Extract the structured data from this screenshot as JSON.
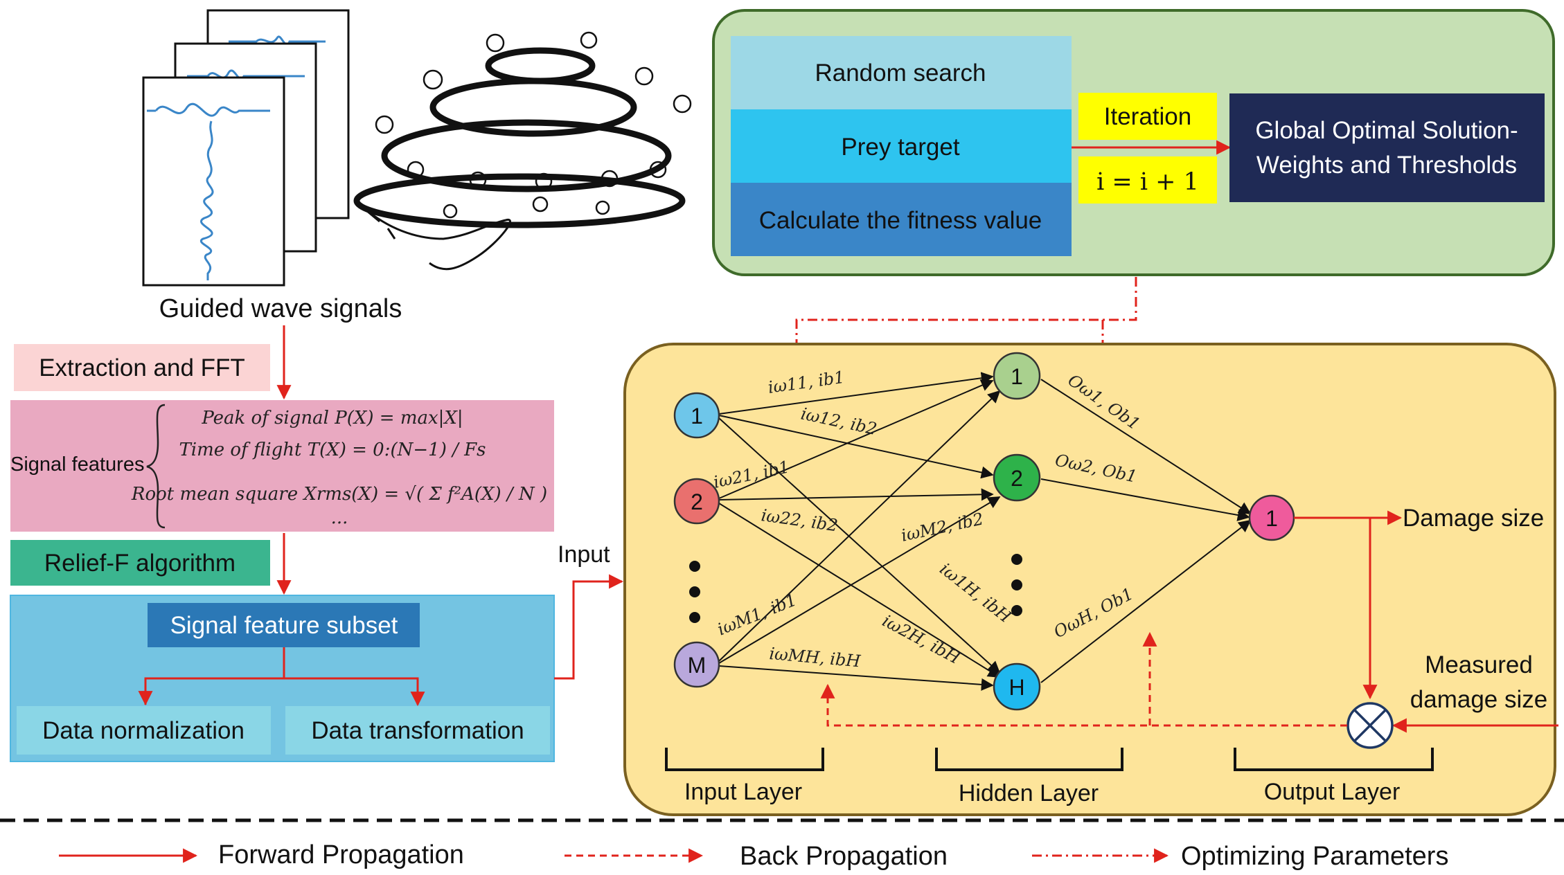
{
  "signals_caption": "Guided wave signals",
  "preprocess": {
    "extraction": "Extraction and FFT",
    "signal_features_label": "Signal features",
    "features": [
      "Peak of signal  P(X) = max|X|",
      "Time of flight  T(X) = 0:(N−1) / Fs",
      "Root mean square  Xrms(X) = √( Σ f²A(X) / N )",
      "..."
    ],
    "relief": "Relief-F algorithm",
    "subset": "Signal feature subset",
    "normalization": "Data normalization",
    "transformation": "Data transformation"
  },
  "optimizer": {
    "random_search": "Random search",
    "prey_target": "Prey target",
    "fitness": "Calculate the fitness value",
    "iteration": "Iteration",
    "increment": "i = i + 1",
    "global_line1": "Global Optimal Solution-",
    "global_line2": "Weights and Thresholds"
  },
  "network": {
    "input_label": "Input",
    "input_nodes": [
      "1",
      "2",
      "M"
    ],
    "hidden_nodes": [
      "1",
      "2",
      "H"
    ],
    "output_nodes": [
      "1"
    ],
    "weights": {
      "w11": "iω11, ib1",
      "w12": "iω12, ib2",
      "w21": "iω21, ib1",
      "w22": "iω22, ib2",
      "wM2": "iωM2, ib2",
      "w1H": "iω1H, ibH",
      "wM1": "iωM1, ib1",
      "w2H": "iω2H, ibH",
      "wMH": "iωMH, ibH",
      "o1": "Oω1, Ob1",
      "o2": "Oω2, Ob1",
      "oH": "OωH, Ob1"
    },
    "damage_size": "Damage size",
    "measured_line1": "Measured",
    "measured_line2": "damage size",
    "input_layer": "Input Layer",
    "hidden_layer": "Hidden Layer",
    "output_layer": "Output Layer"
  },
  "legend": {
    "forward": "Forward Propagation",
    "back": "Back Propagation",
    "optimizing": "Optimizing Parameters"
  },
  "colors": {
    "arrow_red": "#e0231c",
    "optimizer_bg": "#c6e0b4",
    "network_bg": "#fde49a",
    "node_blue": "#6ec6ea",
    "node_red": "#e9706e",
    "node_purple": "#b9a8dc",
    "node_green_light": "#a9d08e",
    "node_green": "#2eb24a",
    "node_cyan": "#1fb8ef",
    "node_pink": "#ef5b9c"
  }
}
